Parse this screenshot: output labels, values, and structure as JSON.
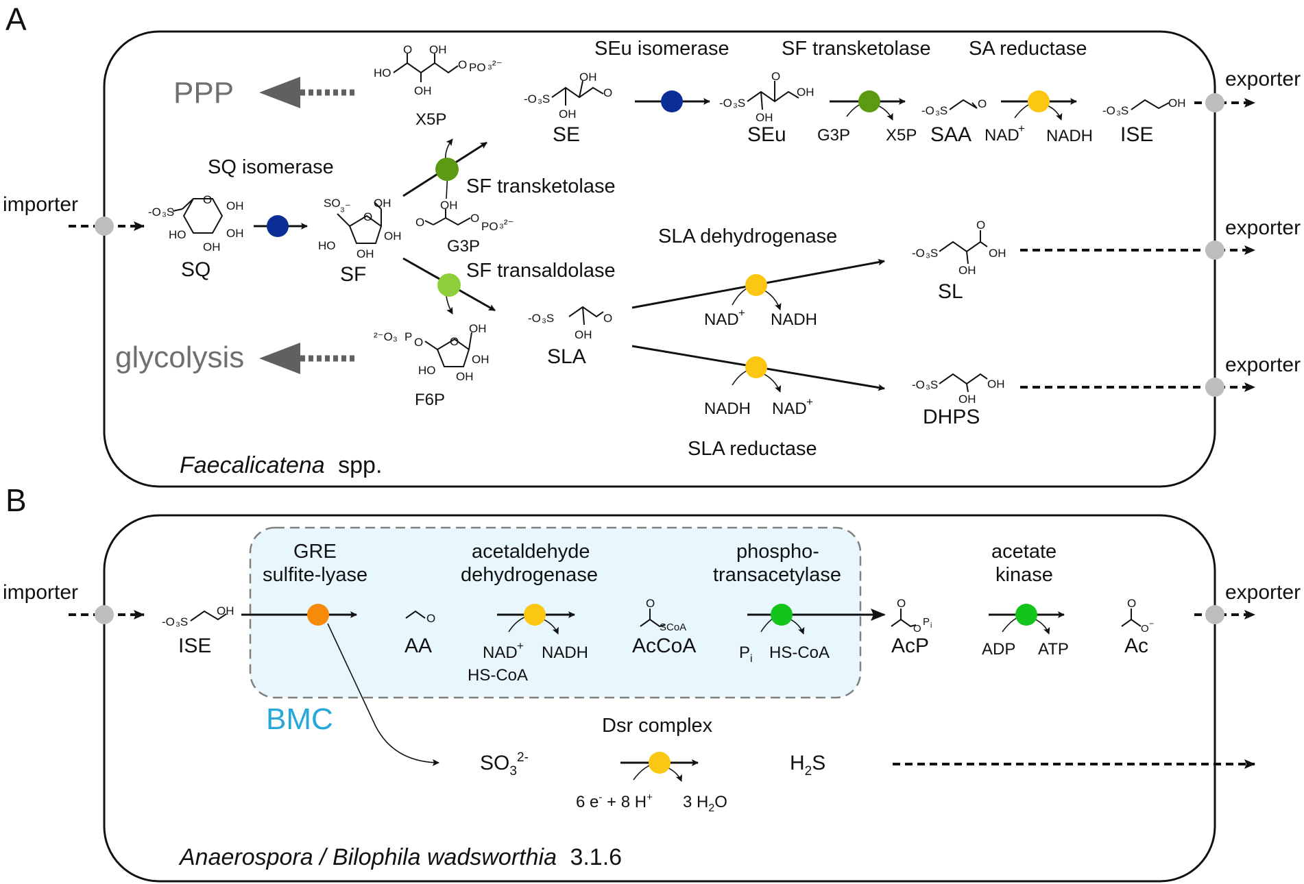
{
  "panels": {
    "a": "A",
    "b": "B"
  },
  "colors": {
    "isomerase": "#0a2d96",
    "transketolase": "#5b9a12",
    "transaldolase": "#8fcf3c",
    "nad_enzyme": "#fcc712",
    "sulfite_lyase": "#f58a0b",
    "kinase": "#13c41a",
    "transporter": "#bdbdbd",
    "bmc_fill": "#e8f6fd",
    "bmc_text": "#27a8d8"
  },
  "panel_a": {
    "organism": "Faecalicatena",
    "organism_suffix": "spp.",
    "importer": "importer",
    "exporters": [
      "exporter",
      "exporter",
      "exporter"
    ],
    "ppp": "PPP",
    "glycolysis": "glycolysis",
    "enzymes": {
      "sq_isomerase": "SQ isomerase",
      "seu_isomerase": "SEu isomerase",
      "sf_transketolase_top": "SF transketolase",
      "sa_reductase": "SA reductase",
      "sf_transketolase": "SF transketolase",
      "sf_transaldolase": "SF transaldolase",
      "sla_dehydrogenase": "SLA dehydrogenase",
      "sla_reductase": "SLA reductase"
    },
    "compounds": {
      "sq": "SQ",
      "sf": "SF",
      "x5p": "X5P",
      "g3p": "G3P",
      "f6p": "F6P",
      "se": "SE",
      "seu": "SEu",
      "saa": "SAA",
      "ise": "ISE",
      "sla": "SLA",
      "sl": "SL",
      "dhps": "DHPS"
    },
    "cofactors": {
      "g3p_in": "G3P",
      "x5p_out": "X5P",
      "sa_nad": "NAD",
      "sa_nadh": "NADH",
      "sld_nad": "NAD",
      "sld_nadh": "NADH",
      "slr_nadh": "NADH",
      "slr_nad": "NAD",
      "plus": "+"
    },
    "structure_labels": {
      "sq": {
        "so3": "-O",
        "oh1": "OH",
        "oh2": "OH",
        "oh3": "OH",
        "ho": "HO",
        "oh4": "OH"
      },
      "sf": {
        "so3": "SO",
        "oh1": "OH",
        "oh2": "OH",
        "oh3": "OH",
        "ho": "HO"
      },
      "x5p": {
        "ho": "HO",
        "o": "O",
        "oh1": "OH",
        "oh2": "OH",
        "po": "O",
        "po3": "PO"
      },
      "g3p": {
        "oh": "OH",
        "o": "O",
        "po": "O",
        "po3": "PO"
      },
      "f6p": {
        "p": "O",
        "po3": "P",
        "oh1": "OH",
        "oh2": "OH",
        "ho": "HO",
        "oh3": "OH",
        "o": "O"
      },
      "se": {
        "so3": "-O",
        "oh1": "OH",
        "oh2": "OH",
        "o": "O"
      },
      "seu": {
        "so3": "-O",
        "oh1": "OH",
        "oh2": "OH",
        "o": "O"
      },
      "saa": {
        "so3": "-O",
        "o": "O"
      },
      "ise": {
        "so3": "-O",
        "oh": "OH"
      },
      "sla": {
        "so3": "-O",
        "oh": "OH",
        "o": "O"
      },
      "sl": {
        "so3": "-O",
        "oh1": "OH",
        "oh2": "OH",
        "o": "O"
      },
      "dhps": {
        "so3": "-O",
        "oh1": "OH",
        "oh2": "OH"
      }
    }
  },
  "panel_b": {
    "organism": "Anaerospora / Bilophila wadsworthia",
    "organism_suffix": "3.1.6",
    "importer": "importer",
    "exporter": "exporter",
    "bmc": "BMC",
    "enzymes": {
      "gre_1": "GRE",
      "gre_2": "sulfite-lyase",
      "ald_1": "acetaldehyde",
      "ald_2": "dehydrogenase",
      "pta_1": "phospho-",
      "pta_2": "transacetylase",
      "ack_1": "acetate",
      "ack_2": "kinase",
      "dsr": "Dsr complex"
    },
    "compounds": {
      "ise": "ISE",
      "aa": "AA",
      "accoa": "AcCoA",
      "acp": "AcP",
      "ac": "Ac",
      "so3": "SO",
      "h2s": "H",
      "h2s_s": "S"
    },
    "cofactors": {
      "nad": "NAD",
      "plus": "+",
      "hscoa_in": "HS-CoA",
      "nadh": "NADH",
      "pi": "P",
      "pi_sub": "i",
      "hscoa_out": "HS-CoA",
      "adp": "ADP",
      "atp": "ATP",
      "electrons": "6 e",
      "protons": " + 8 H",
      "water": "3 H",
      "water_o": "O"
    },
    "structure_labels": {
      "ise": {
        "so3": "-O",
        "oh": "OH"
      },
      "aa": {
        "o": "O"
      },
      "accoa": {
        "o": "O",
        "scoa": "SCoA"
      },
      "acp": {
        "o1": "O",
        "o2": "O",
        "p": "P",
        "i": "i"
      },
      "ac": {
        "o1": "O",
        "o2": "O"
      }
    }
  }
}
